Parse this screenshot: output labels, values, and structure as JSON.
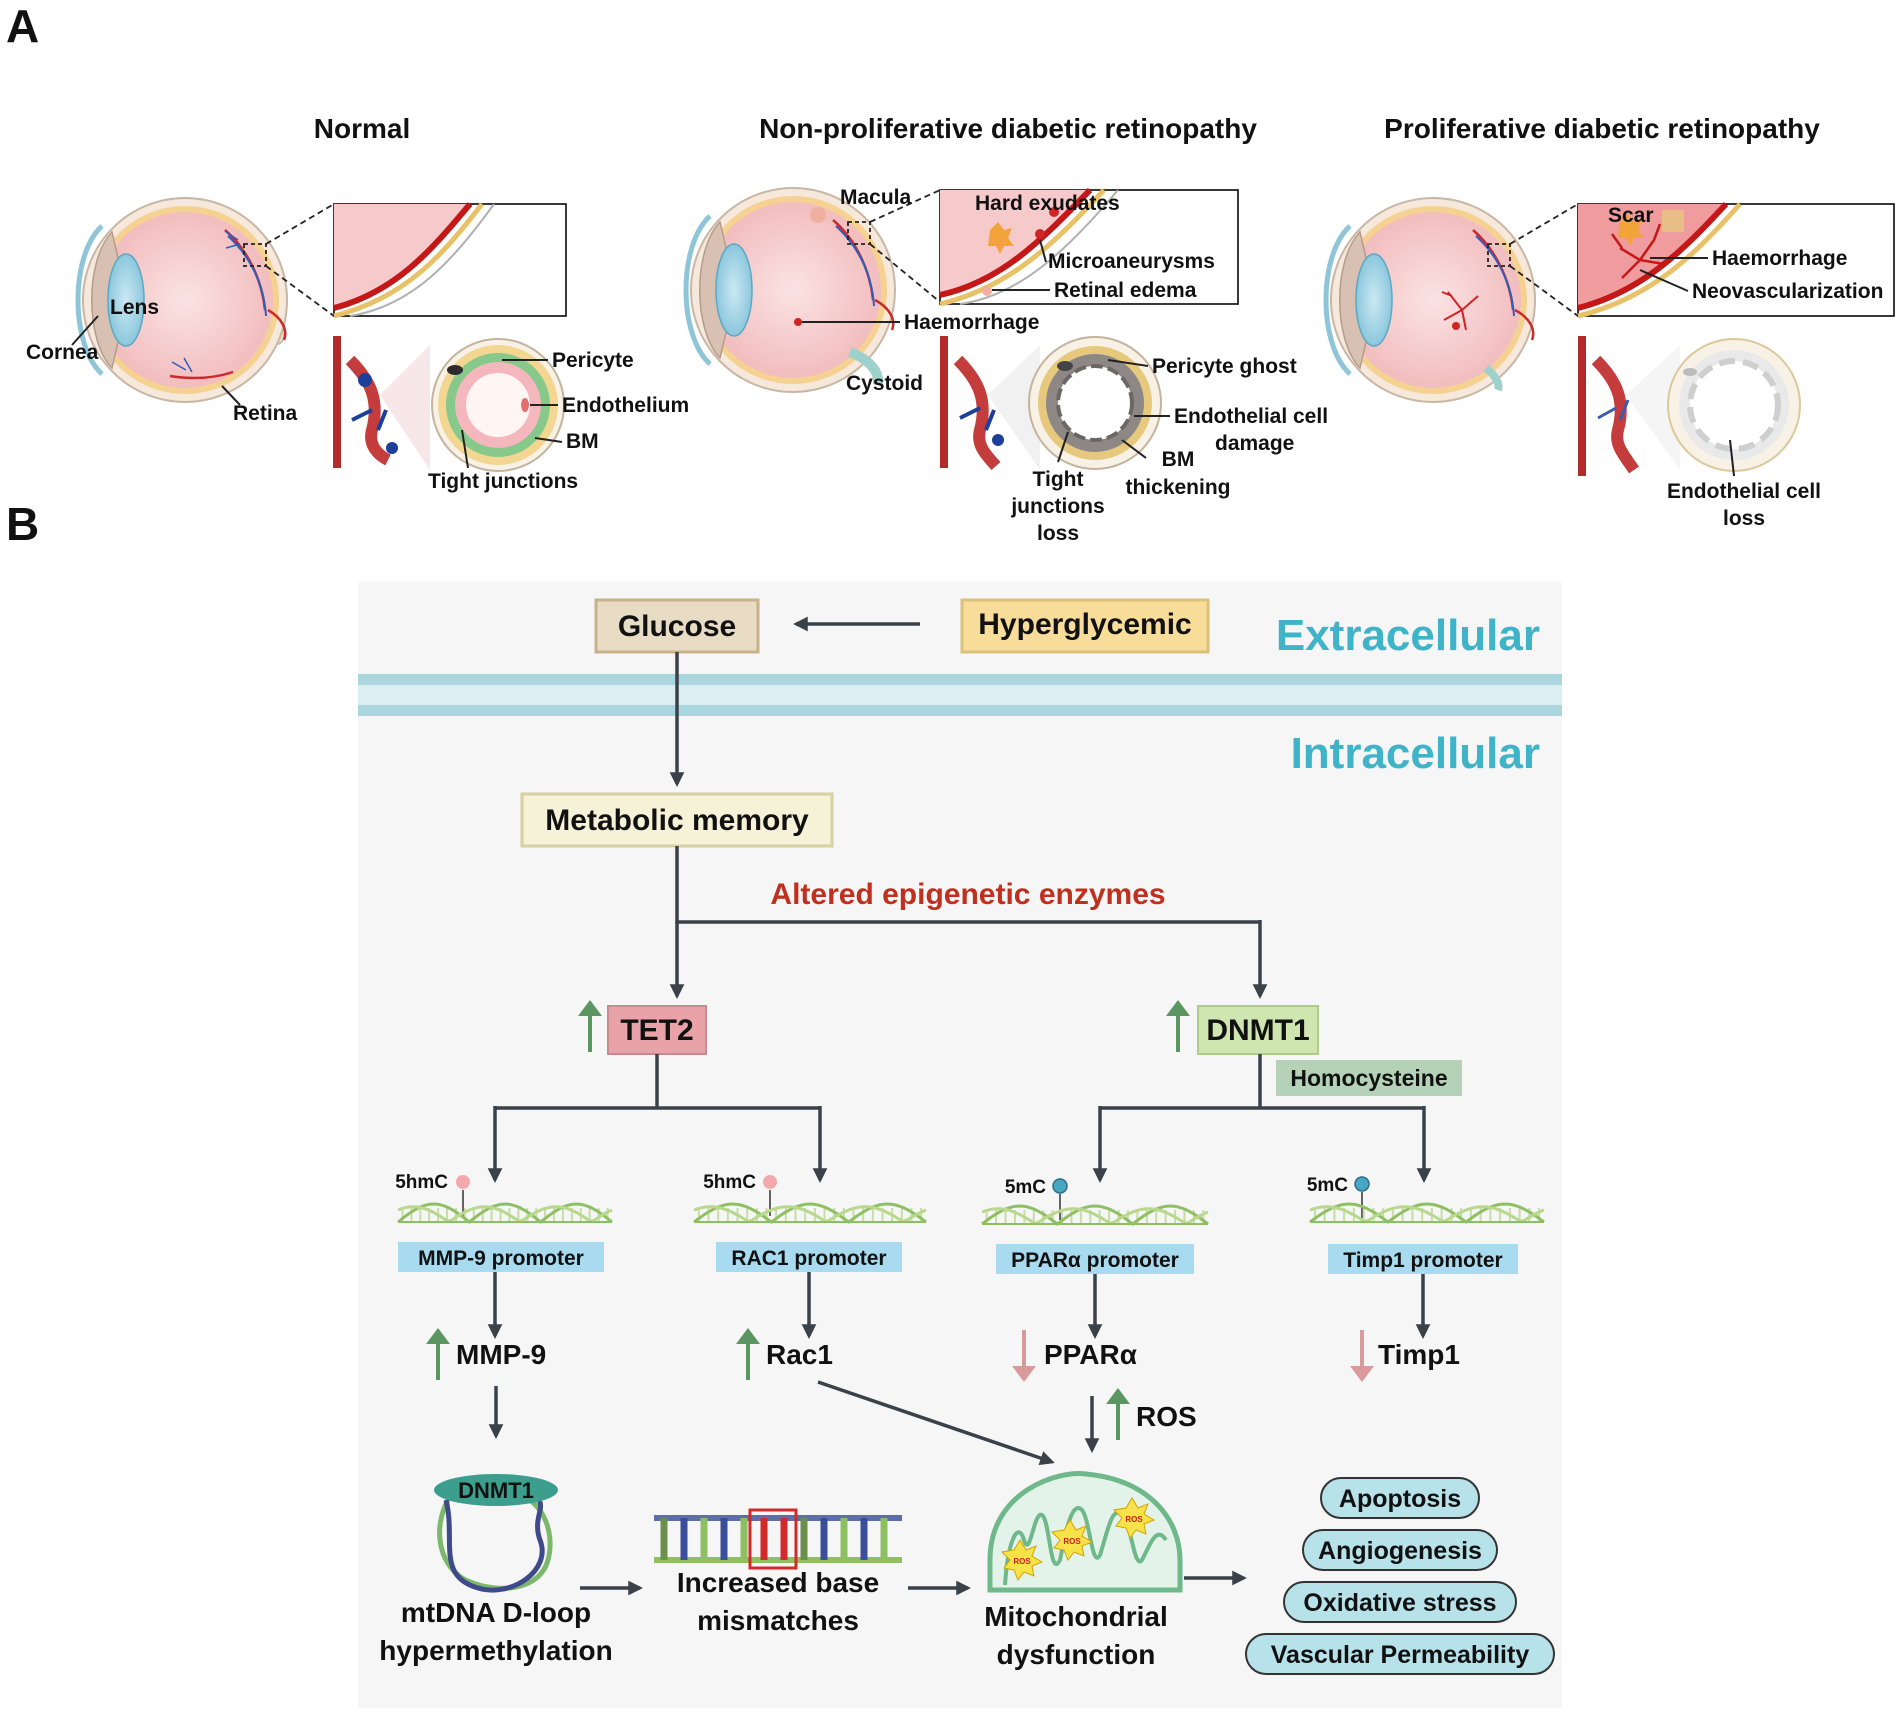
{
  "panel_a": {
    "letter": "A",
    "normal": {
      "title": "Normal",
      "labels": {
        "lens": "Lens",
        "cornea": "Cornea",
        "retina": "Retina",
        "pericyte": "Pericyte",
        "endothelium": "Endothelium",
        "bm": "BM",
        "tight_junctions": "Tight junctions"
      }
    },
    "npdr": {
      "title": "Non-proliferative diabetic retinopathy",
      "labels": {
        "macula": "Macula",
        "hard_exudates": "Hard exudates",
        "microaneurysms": "Microaneurysms",
        "retinal_edema": "Retinal edema",
        "haemorrhage": "Haemorrhage",
        "cystoid": "Cystoid",
        "pericyte_ghost": "Pericyte ghost",
        "endothelial_damage_1": "Endothelial cell",
        "endothelial_damage_2": "damage",
        "bm_1": "BM",
        "bm_2": "thickening",
        "tj_1": "Tight",
        "tj_2": "junctions",
        "tj_3": "loss"
      }
    },
    "pdr": {
      "title": "Proliferative diabetic retinopathy",
      "labels": {
        "scar": "Scar",
        "haemorrhage": "Haemorrhage",
        "neovascularization": "Neovascularization",
        "loss_1": "Endothelial cell",
        "loss_2": "loss"
      }
    }
  },
  "panel_b": {
    "letter": "B",
    "extracellular": "Extracellular",
    "intracellular": "Intracellular",
    "glucose": "Glucose",
    "hyperglycemic": "Hyperglycemic",
    "metabolic_memory": "Metabolic memory",
    "altered_enzymes": "Altered epigenetic enzymes",
    "tet2": "TET2",
    "dnmt1": "DNMT1",
    "homocysteine": "Homocysteine",
    "mark_5hmc": "5hmC",
    "mark_5mc": "5mC",
    "promoters": {
      "mmp9": "MMP-9 promoter",
      "rac1": "RAC1 promoter",
      "ppara": "PPARα promoter",
      "timp1": "Timp1 promoter"
    },
    "genes": {
      "mmp9": "MMP-9",
      "rac1": "Rac1",
      "ppara": "PPARα",
      "timp1": "Timp1",
      "ros": "ROS"
    },
    "dnmt1_loop": "DNMT1",
    "ros_tag": "ROS",
    "mtdna_1": "mtDNA D-loop",
    "mtdna_2": "hypermethylation",
    "mismatch_1": "Increased base",
    "mismatch_2": "mismatches",
    "mito_1": "Mitochondrial",
    "mito_2": "dysfunction",
    "outcomes": [
      "Apoptosis",
      "Angiogenesis",
      "Oxidative stress",
      "Vascular Permeability"
    ]
  },
  "colors": {
    "membrane": "#a9d6df",
    "glucose_box": "#e9dcc4",
    "hyper_box": "#f7dc9a",
    "memory_box": "#f6f2d8",
    "tet2_box": "#e8a2a8",
    "dnmt1_box": "#cfe6b0",
    "homocysteine_box": "#b5d2b8",
    "promoter_box": "#a8dbef",
    "outcome_box": "#b8e2ea",
    "up_arrow": "#5b9560",
    "down_arrow": "#d99a9c",
    "zone_text": "#3fb3c8",
    "red_text": "#c0301f"
  }
}
